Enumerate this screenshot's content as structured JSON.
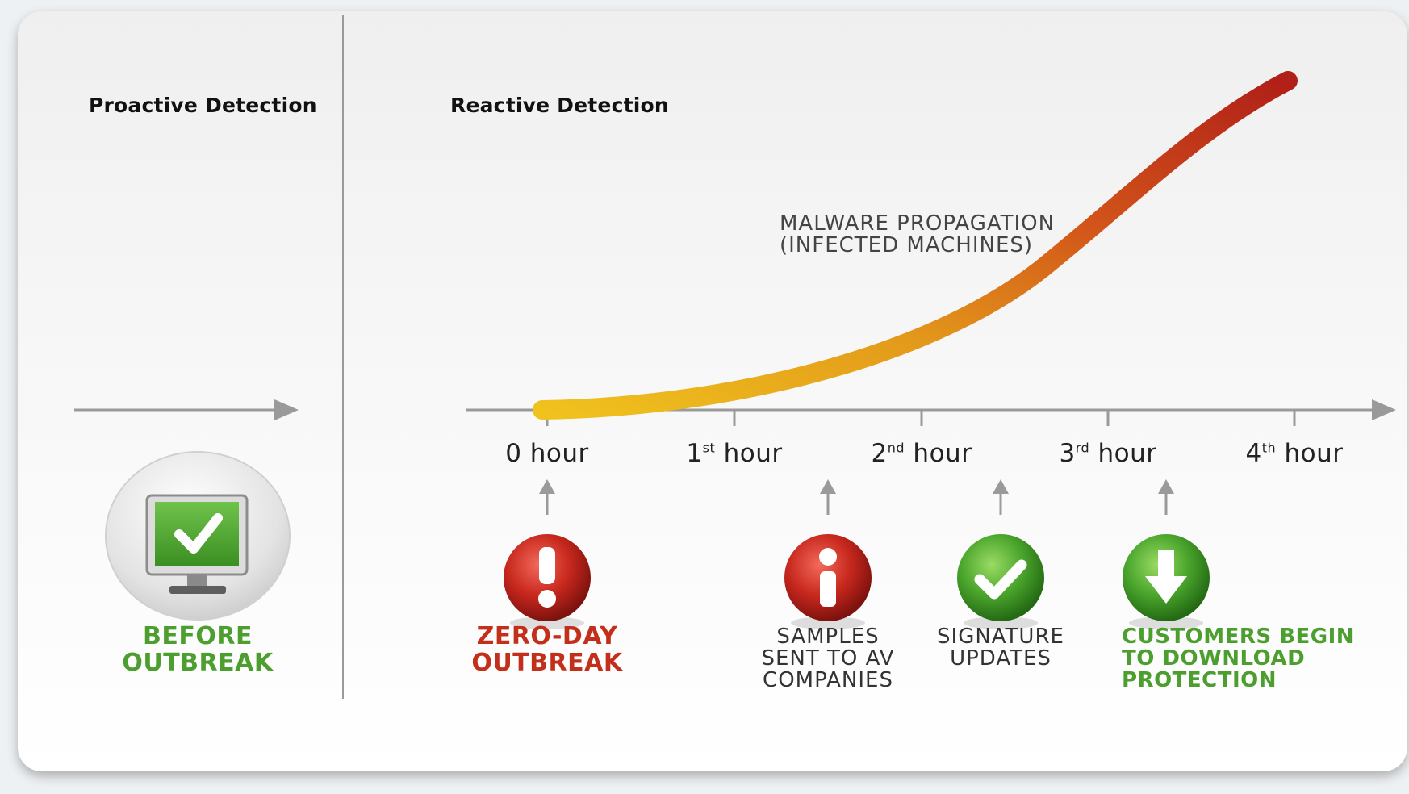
{
  "sections": {
    "proactive": "Proactive Detection",
    "reactive": "Reactive Detection"
  },
  "curve_label": [
    "MALWARE PROPAGATION",
    "(INFECTED MACHINES)"
  ],
  "timeline": [
    {
      "base": "0 hour",
      "sup": "",
      "suffix": ""
    },
    {
      "base": "1",
      "sup": "st",
      "suffix": " hour"
    },
    {
      "base": "2",
      "sup": "nd",
      "suffix": " hour"
    },
    {
      "base": "3",
      "sup": "rd",
      "suffix": " hour"
    },
    {
      "base": "4",
      "sup": "th",
      "suffix": " hour"
    }
  ],
  "stages": {
    "before": {
      "line1": "BEFORE",
      "line2": "OUTBREAK",
      "icon": "monitor-check-icon"
    },
    "zero_day": {
      "line1": "ZERO-DAY",
      "line2": "OUTBREAK",
      "icon": "exclamation-icon"
    },
    "samples": {
      "line1": "SAMPLES",
      "line2": "SENT TO AV",
      "line3": "COMPANIES",
      "icon": "info-icon"
    },
    "signature": {
      "line1": "SIGNATURE",
      "line2": "UPDATES",
      "icon": "checkmark-icon"
    },
    "customers": {
      "line1": "CUSTOMERS BEGIN",
      "line2": "TO DOWNLOAD",
      "line3": "PROTECTION",
      "icon": "download-arrow-icon"
    }
  },
  "colors": {
    "curve_start": "#e8b21a",
    "curve_end": "#b5261a",
    "green": "#4c9e2e",
    "red": "#c2301c",
    "axis": "#9a9a9a"
  }
}
